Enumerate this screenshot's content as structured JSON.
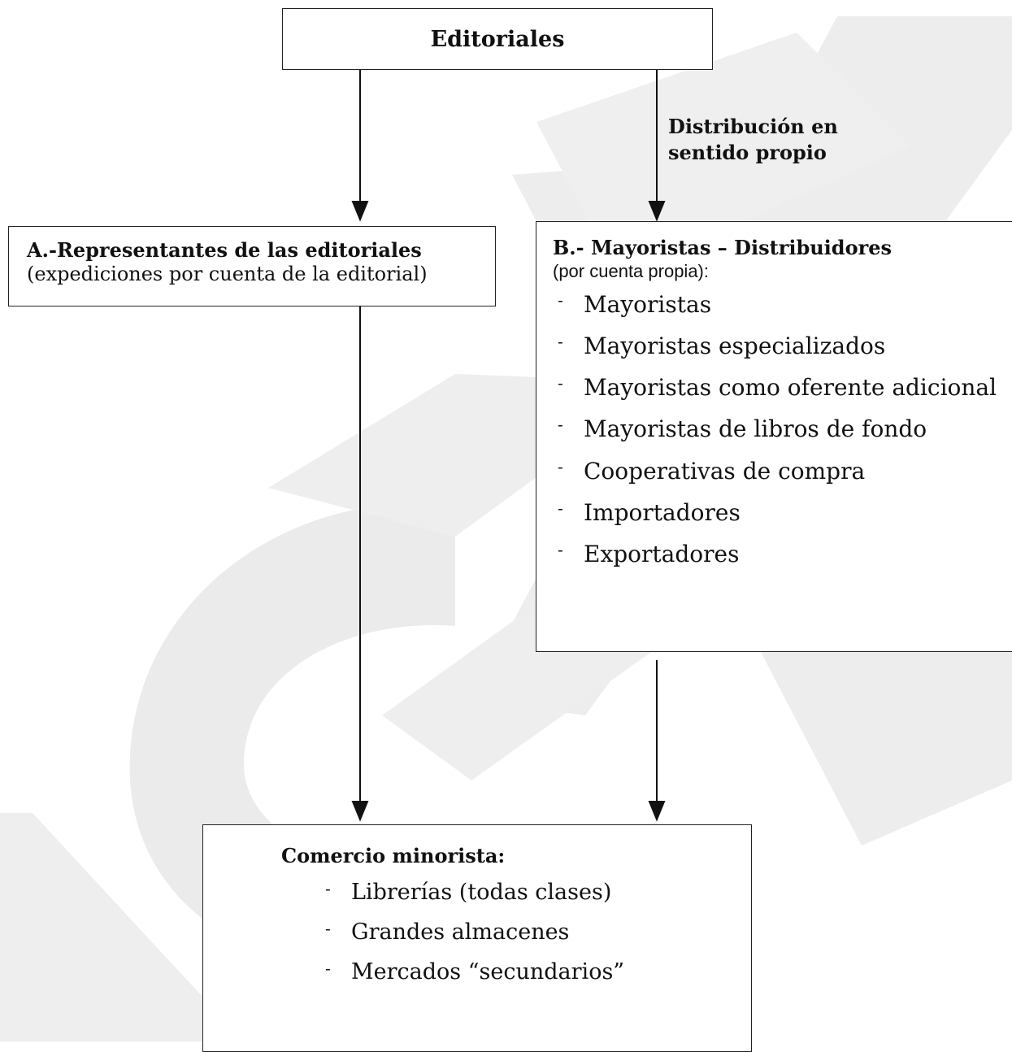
{
  "diagram": {
    "top_node": {
      "label": "Editoriales"
    },
    "edge_label_right": {
      "line1": "Distribución en",
      "line2": "sentido propio"
    },
    "node_a": {
      "title": "A.-Representantes de las  editoriales",
      "subtitle": "(expediciones por cuenta de la editorial)"
    },
    "node_b": {
      "title": "B.- Mayoristas – Distribuidores",
      "subtitle": "(por cuenta propia):",
      "items": [
        "Mayoristas",
        "Mayoristas especializados",
        "Mayoristas como oferente adicional",
        "Mayoristas de libros de fondo",
        "Cooperativas de compra",
        "Importadores",
        "Exportadores"
      ]
    },
    "node_c": {
      "title": "Comercio minorista:",
      "items": [
        "Librerías (todas clases)",
        "Grandes almacenes",
        "Mercados “secundarios”"
      ]
    },
    "bullet": "-"
  }
}
